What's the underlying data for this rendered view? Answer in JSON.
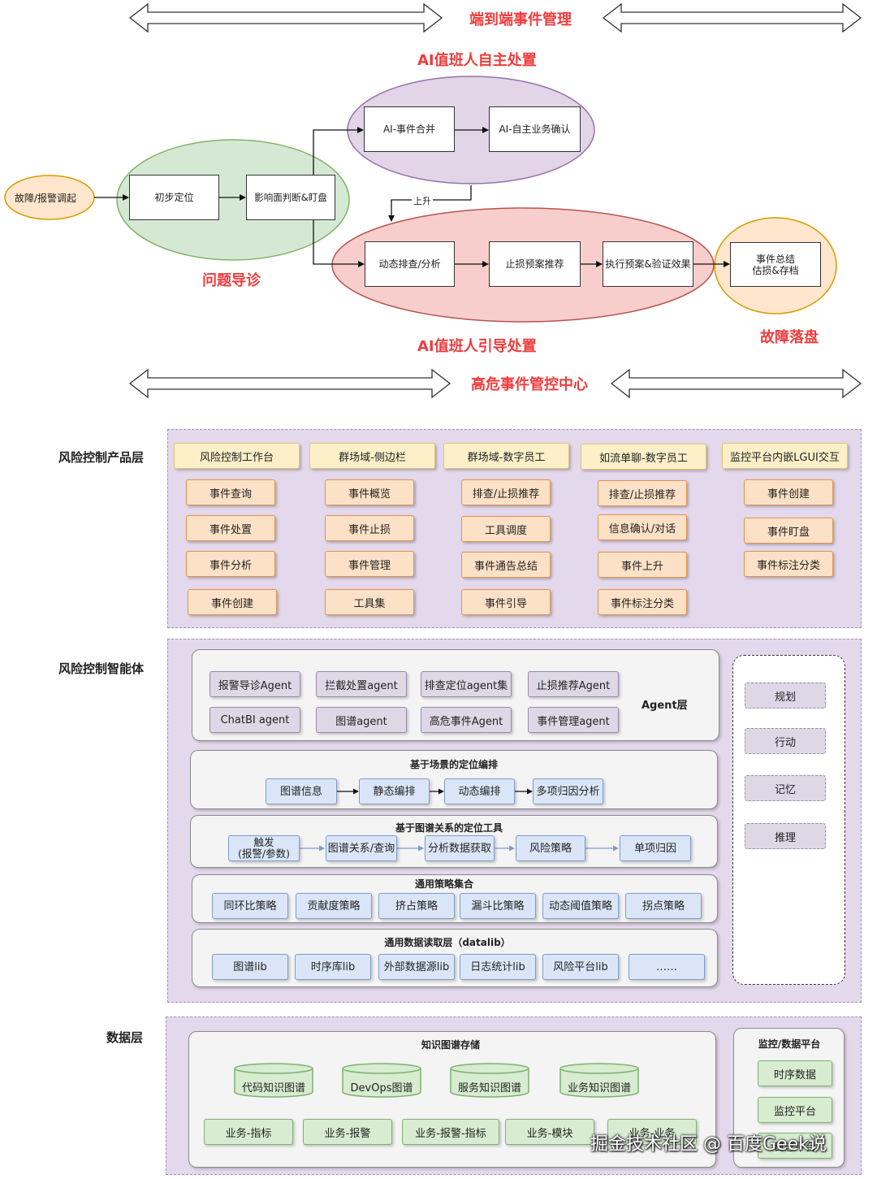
{
  "flow": {
    "top_banner": "端到端事件管理",
    "bottom_banner": "高危事件管控中心",
    "group_titles": {
      "ai_auto": "AI值班人自主处置",
      "diagnosis": "问题导诊",
      "ai_guided": "AI值班人引导处置",
      "closure": "故障落盘"
    },
    "nodes": {
      "trigger": "故障/报警调起",
      "locate": "初步定位",
      "impact": "影响面判断&盯盘",
      "merge": "AI-事件合并",
      "confirm": "AI-自主业务确认",
      "dynamic": "动态排查/分析",
      "plan": "止损预案推荐",
      "execute": "执行预案&验证效果",
      "summary": "事件总结\n估损&存档"
    },
    "edge_label": "上升",
    "colors": {
      "accent_red": "#f03c3c",
      "green_ellipse": "#d5e8d4",
      "purple_ellipse": "#e1d5e7",
      "red_ellipse": "#f8cecc",
      "orange_ellipse": "#ffe6cc"
    }
  },
  "product_layer": {
    "label": "风险控制产品层",
    "columns": [
      {
        "head": "风险控制工作台",
        "items": [
          "事件查询",
          "事件处置",
          "事件分析",
          "事件创建"
        ]
      },
      {
        "head": "群场域-侧边栏",
        "items": [
          "事件概览",
          "事件止损",
          "事件管理",
          "工具集"
        ]
      },
      {
        "head": "群场域-数字员工",
        "items": [
          "排查/止损推荐",
          "工具调度",
          "事件通告总结",
          "事件引导"
        ]
      },
      {
        "head": "如流单聊-数字员工",
        "items": [
          "排查/止损推荐",
          "信息确认/对话",
          "事件上升",
          "事件标注分类"
        ]
      },
      {
        "head": "监控平台内嵌LGUI交互",
        "items": [
          "事件创建",
          "事件盯盘",
          "事件标注分类"
        ]
      }
    ]
  },
  "agent_layer": {
    "label": "风险控制智能体",
    "agent_section": {
      "title": "Agent层",
      "row1": [
        "报警导诊Agent",
        "拦截处置agent",
        "排查定位agent集",
        "止损推荐Agent"
      ],
      "row2": [
        "ChatBI agent",
        "图谱agent",
        "高危事件Agent",
        "事件管理agent"
      ]
    },
    "scene_section": {
      "title": "基于场景的定位编排",
      "items": [
        "图谱信息",
        "静态编排",
        "动态编排",
        "多项归因分析"
      ]
    },
    "graph_tool_section": {
      "title": "基于图谱关系的定位工具",
      "items": [
        "触发\n(报警/参数)",
        "图谱关系/查询",
        "分析数据获取",
        "风险策略",
        "单项归因"
      ]
    },
    "strategy_section": {
      "title": "通用策略集合",
      "items": [
        "同环比策略",
        "贡献度策略",
        "挤占策略",
        "漏斗比策略",
        "动态阈值策略",
        "拐点策略"
      ]
    },
    "data_read_section": {
      "title": "通用数据读取层（datalib）",
      "items": [
        "图谱lib",
        "时序库lib",
        "外部数据源lib",
        "日志统计lib",
        "风险平台lib",
        "……"
      ]
    },
    "side_items": [
      "规划",
      "行动",
      "记忆",
      "推理"
    ]
  },
  "data_layer": {
    "label": "数据层",
    "kg_section": {
      "title": "知识图谱存储",
      "dbs": [
        "代码知识图谱",
        "DevOps图谱",
        "服务知识图谱",
        "业务知识图谱"
      ],
      "items": [
        "业务-指标",
        "业务-报警",
        "业务-报警-指标",
        "业务-模块",
        "业务-业务"
      ]
    },
    "monitor_section": {
      "title": "监控/数据平台",
      "items": [
        "时序数据",
        "监控平台",
        "日志平台"
      ]
    }
  },
  "watermark": "掘金技术社区 @ 百度Geek说"
}
